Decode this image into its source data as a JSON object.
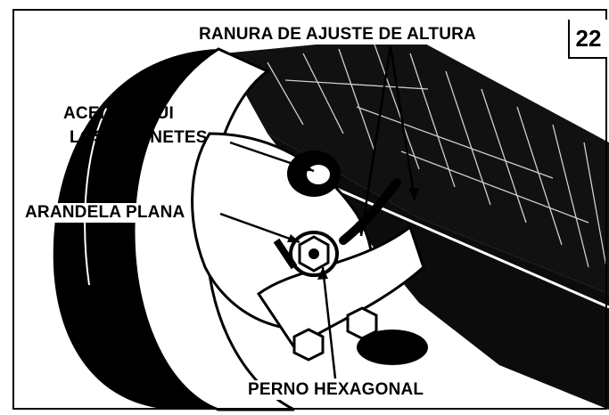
{
  "figure_number": "22",
  "labels": {
    "height_slot": "RANURA DE AJUSTE DE ALTURA",
    "oil_here": "ACEITE AQUI",
    "bearings": "LOS COJINETES",
    "flat_washer": "ARANDELA PLANA",
    "hex_bolt": "PERNO HEXAGONAL"
  },
  "colors": {
    "ink": "#000000",
    "paper": "#ffffff"
  }
}
